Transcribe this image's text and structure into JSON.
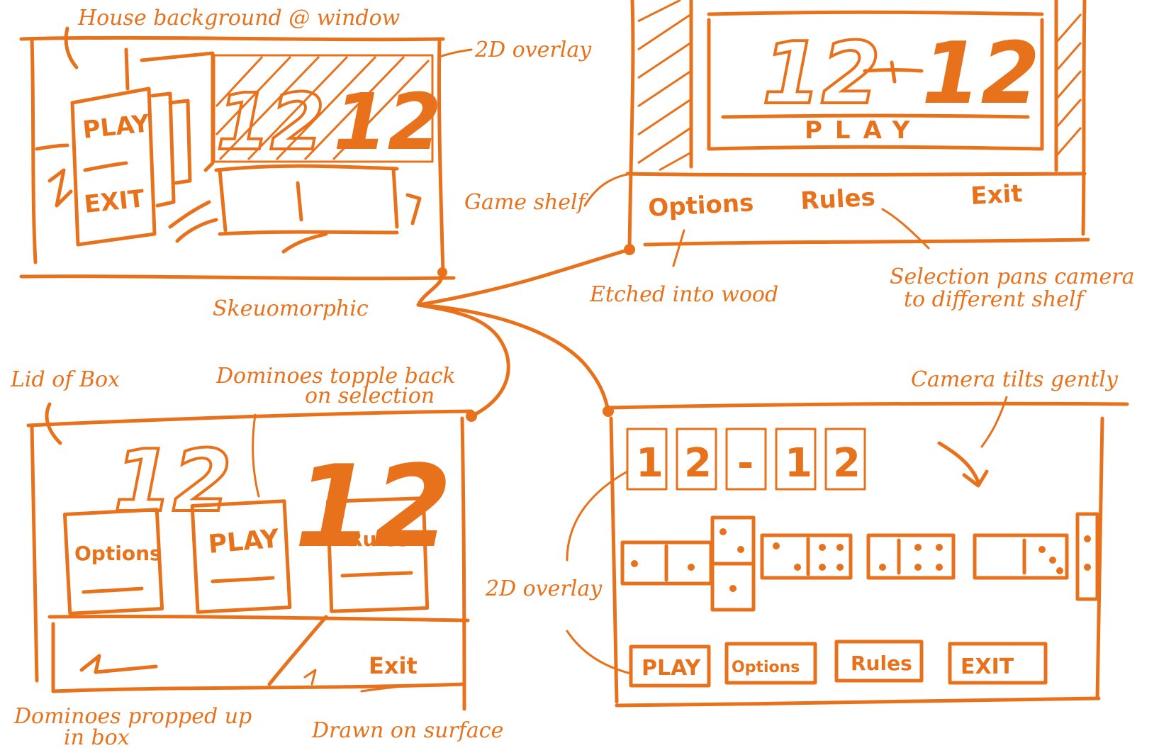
{
  "colors": {
    "ink": "#e8721c",
    "paper": "#ffffff"
  },
  "annotations": {
    "house_background": "House background @ window",
    "overlay_top": "2D overlay",
    "game_shelf": "Game shelf",
    "skeuomorphic": "Skeuomorphic",
    "etched": "Etched into wood",
    "selection_pans_line1": "Selection pans camera",
    "selection_pans_line2": "to different shelf",
    "lid_of_box": "Lid of Box",
    "dominoes_topple_line1": "Dominoes topple back",
    "dominoes_topple_line2": "on selection",
    "camera_tilts": "Camera tilts gently",
    "overlay_bottom": "2D overlay",
    "dominoes_propped_line1": "Dominoes propped up",
    "dominoes_propped_line2": "in box",
    "drawn_on_surface": "Drawn on surface"
  },
  "panel_window": {
    "play": "PLAY",
    "exit": "EXIT",
    "score_left": "12",
    "score_right": "12"
  },
  "panel_shelf": {
    "score_left": "12",
    "score_right": "12",
    "play": "PLAY",
    "options": "Options",
    "rules": "Rules",
    "exit": "Exit"
  },
  "panel_box": {
    "score_left": "12",
    "score_right": "12",
    "options": "Options",
    "play": "PLAY",
    "rules": "Rules",
    "exit": "Exit"
  },
  "panel_overlay": {
    "score_tiles": [
      "1",
      "2",
      "-",
      "1",
      "2"
    ],
    "buttons": [
      "PLAY",
      "Options",
      "Rules",
      "EXIT"
    ]
  }
}
